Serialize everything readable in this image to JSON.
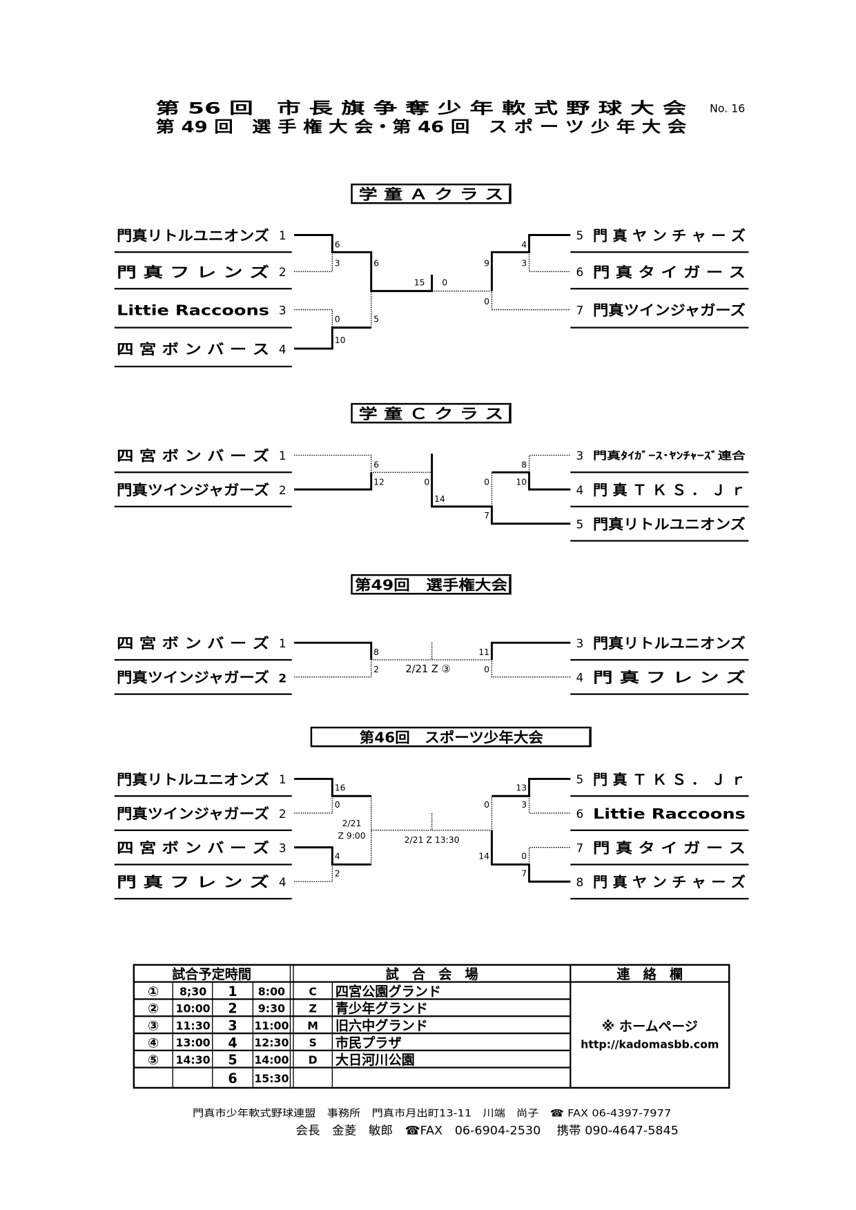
{
  "header": {
    "title_line1": "第 56 回　市 長 旗 争 奪 少 年 軟 式 野 球 大 会",
    "title_line2": "第 49 回　選 手 権 大 会・第 46 回　ス ポ ー ツ 少 年 大 会",
    "page_no": "No. 16"
  },
  "sections": [
    {
      "heading": "学 童 Ａ ク ラ ス",
      "left": [
        {
          "seed": "1",
          "name": "門真リトルユニオンズ"
        },
        {
          "seed": "2",
          "name": "門 真 フ レ ン ズ"
        },
        {
          "seed": "3",
          "name": "Littie Raccoons"
        },
        {
          "seed": "4",
          "name": "四 宮 ボ ン バ ー ス"
        }
      ],
      "right": [
        {
          "seed": "5",
          "name": "門 真 ヤ ン チ ャ ー ズ"
        },
        {
          "seed": "6",
          "name": "門 真 タ イ ガ ー ス"
        },
        {
          "seed": "7",
          "name": "門真ツインジャガーズ"
        }
      ],
      "scores": [
        "6",
        "3",
        "0",
        "10",
        "6",
        "5",
        "15",
        "0",
        "9",
        "0",
        "4",
        "3"
      ]
    },
    {
      "heading": "学 童 Ｃ ク ラ ス",
      "left": [
        {
          "seed": "1",
          "name": "四 宮 ボ ン バ ー ズ"
        },
        {
          "seed": "2",
          "name": "門真ツインジャガーズ"
        }
      ],
      "right": [
        {
          "seed": "3",
          "name": "門真ﾀｲｶﾞｰｽ･ﾔﾝﾁｬｰｽﾞ連合"
        },
        {
          "seed": "4",
          "name": "門 真 Ｔ Ｋ Ｓ ． Ｊ ｒ"
        },
        {
          "seed": "5",
          "name": "門真リトルユニオンズ"
        }
      ],
      "scores": [
        "6",
        "12",
        "0",
        "14",
        "0",
        "7",
        "8",
        "10"
      ]
    },
    {
      "heading": "第49回　選手権大会",
      "left": [
        {
          "seed": "1",
          "name": "四 宮 ボ ン バ ー ズ"
        },
        {
          "seed": "2",
          "name": "門真ツインジャガーズ"
        }
      ],
      "right": [
        {
          "seed": "3",
          "name": "門真リトルユニオンズ"
        },
        {
          "seed": "4",
          "name": "門 真 フ レ ン ズ"
        }
      ],
      "scores": [
        "8",
        "2",
        "11",
        "0"
      ],
      "note": "2/21 Z ③"
    },
    {
      "heading": "第46回　スポーツ少年大会",
      "left": [
        {
          "seed": "1",
          "name": "門真リトルユニオンズ"
        },
        {
          "seed": "2",
          "name": "門真ツインジャガーズ"
        },
        {
          "seed": "3",
          "name": "四 宮 ボ ン バ ー ズ"
        },
        {
          "seed": "4",
          "name": "門 真 フ レ ン ズ"
        }
      ],
      "right": [
        {
          "seed": "5",
          "name": "門 真 Ｔ Ｋ Ｓ ． Ｊ ｒ"
        },
        {
          "seed": "6",
          "name": "Littie Raccoons"
        },
        {
          "seed": "7",
          "name": "門 真 タ イ ガ ー ス"
        },
        {
          "seed": "8",
          "name": "門 真 ヤ ン チ ャ ー ズ"
        }
      ],
      "scores": [
        "16",
        "0",
        "4",
        "2",
        "13",
        "3",
        "0",
        "14",
        "0",
        "7"
      ],
      "note_semi_date": "2/21",
      "note_semi_time": "Z 9:00",
      "note_final": "2/21 Z 13:30"
    }
  ],
  "schedule": {
    "header_times": "試合予定時間",
    "header_venues": "試　合　会　場",
    "header_contact": "連　絡　欄",
    "rows": [
      {
        "mark": "①",
        "time_a": "8;30",
        "num": "1",
        "time_b": "8:00",
        "code": "C",
        "venue": "四宮公園グランド"
      },
      {
        "mark": "②",
        "time_a": "10:00",
        "num": "2",
        "time_b": "9:30",
        "code": "Z",
        "venue": "青少年グランド"
      },
      {
        "mark": "③",
        "time_a": "11:30",
        "num": "3",
        "time_b": "11:00",
        "code": "M",
        "venue": "旧六中グランド"
      },
      {
        "mark": "④",
        "time_a": "13:00",
        "num": "4",
        "time_b": "12:30",
        "code": "S",
        "venue": "市民プラザ"
      },
      {
        "mark": "⑤",
        "time_a": "14:30",
        "num": "5",
        "time_b": "14:00",
        "code": "D",
        "venue": "大日河川公園"
      },
      {
        "num": "6",
        "time_b": "15:30"
      }
    ],
    "contact_line1": "※ ホームページ",
    "contact_line2": "http://kadomasbb.com"
  },
  "footer": {
    "line1": "門真市少年軟式野球連盟　事務所　門真市月出町13-11　川端　尚子　☎ FAX 06-4397-7977",
    "line2": "会長　金菱　敏郎　☎FAX　06-6904-2530　 携帯 090-4647-5845"
  }
}
